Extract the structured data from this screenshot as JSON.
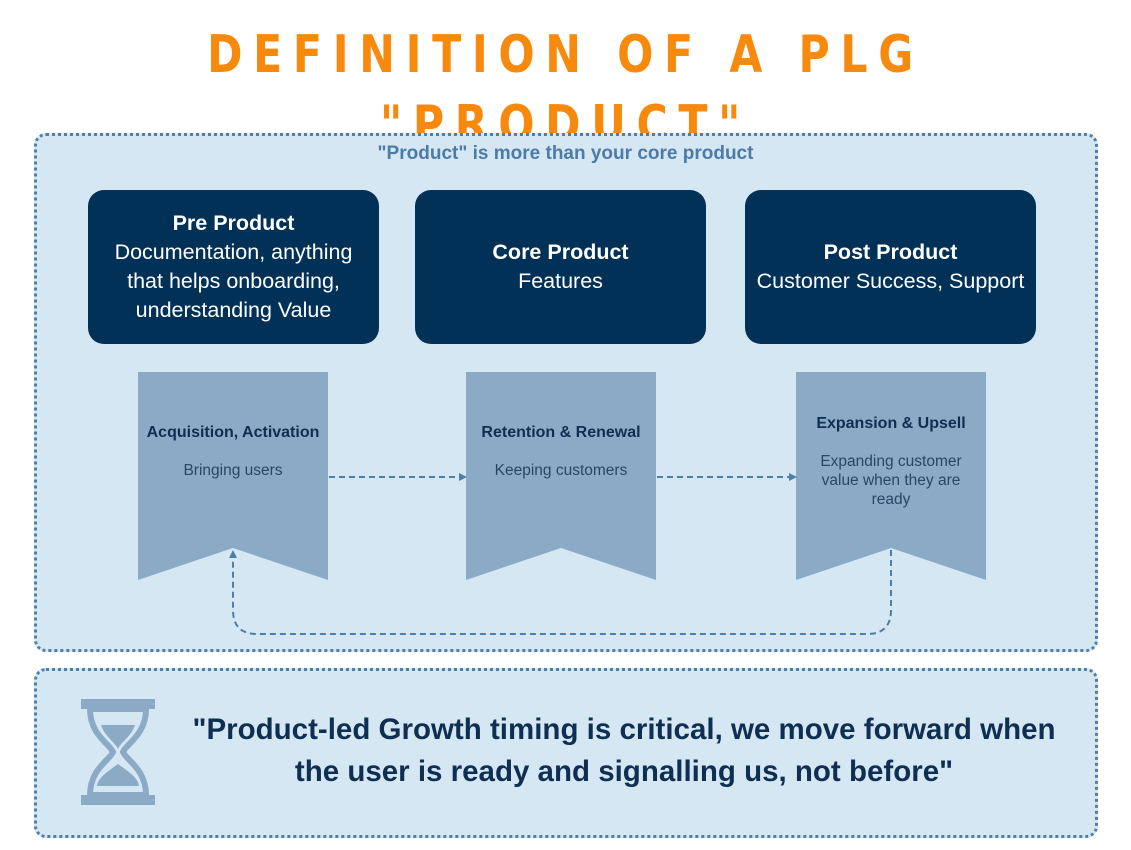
{
  "title": "DEFINITION OF A PLG \"PRODUCT\"",
  "subtitle": "\"Product\" is more than your core product",
  "stages": [
    {
      "title": "Pre Product",
      "description": "Documentation, anything that helps onboarding, understanding Value"
    },
    {
      "title": "Core Product",
      "description": "Features"
    },
    {
      "title": "Post Product",
      "description": "Customer Success, Support"
    }
  ],
  "flags": [
    {
      "title": "Acquisition, Activation",
      "description": "Bringing users"
    },
    {
      "title": "Retention & Renewal",
      "description": "Keeping customers"
    },
    {
      "title": "Expansion & Upsell",
      "description": "Expanding customer value when they are ready"
    }
  ],
  "quote": "\"Product-led Growth timing is critical, we move forward when the user is ready and signalling us, not before\"",
  "colors": {
    "title": "#f7890d",
    "panel": "#d6e7f4",
    "stage": "#023157",
    "flag": "#8aaac6",
    "text_dark": "#0f2f52"
  },
  "icons": {
    "quote_icon": "hourglass-icon"
  }
}
